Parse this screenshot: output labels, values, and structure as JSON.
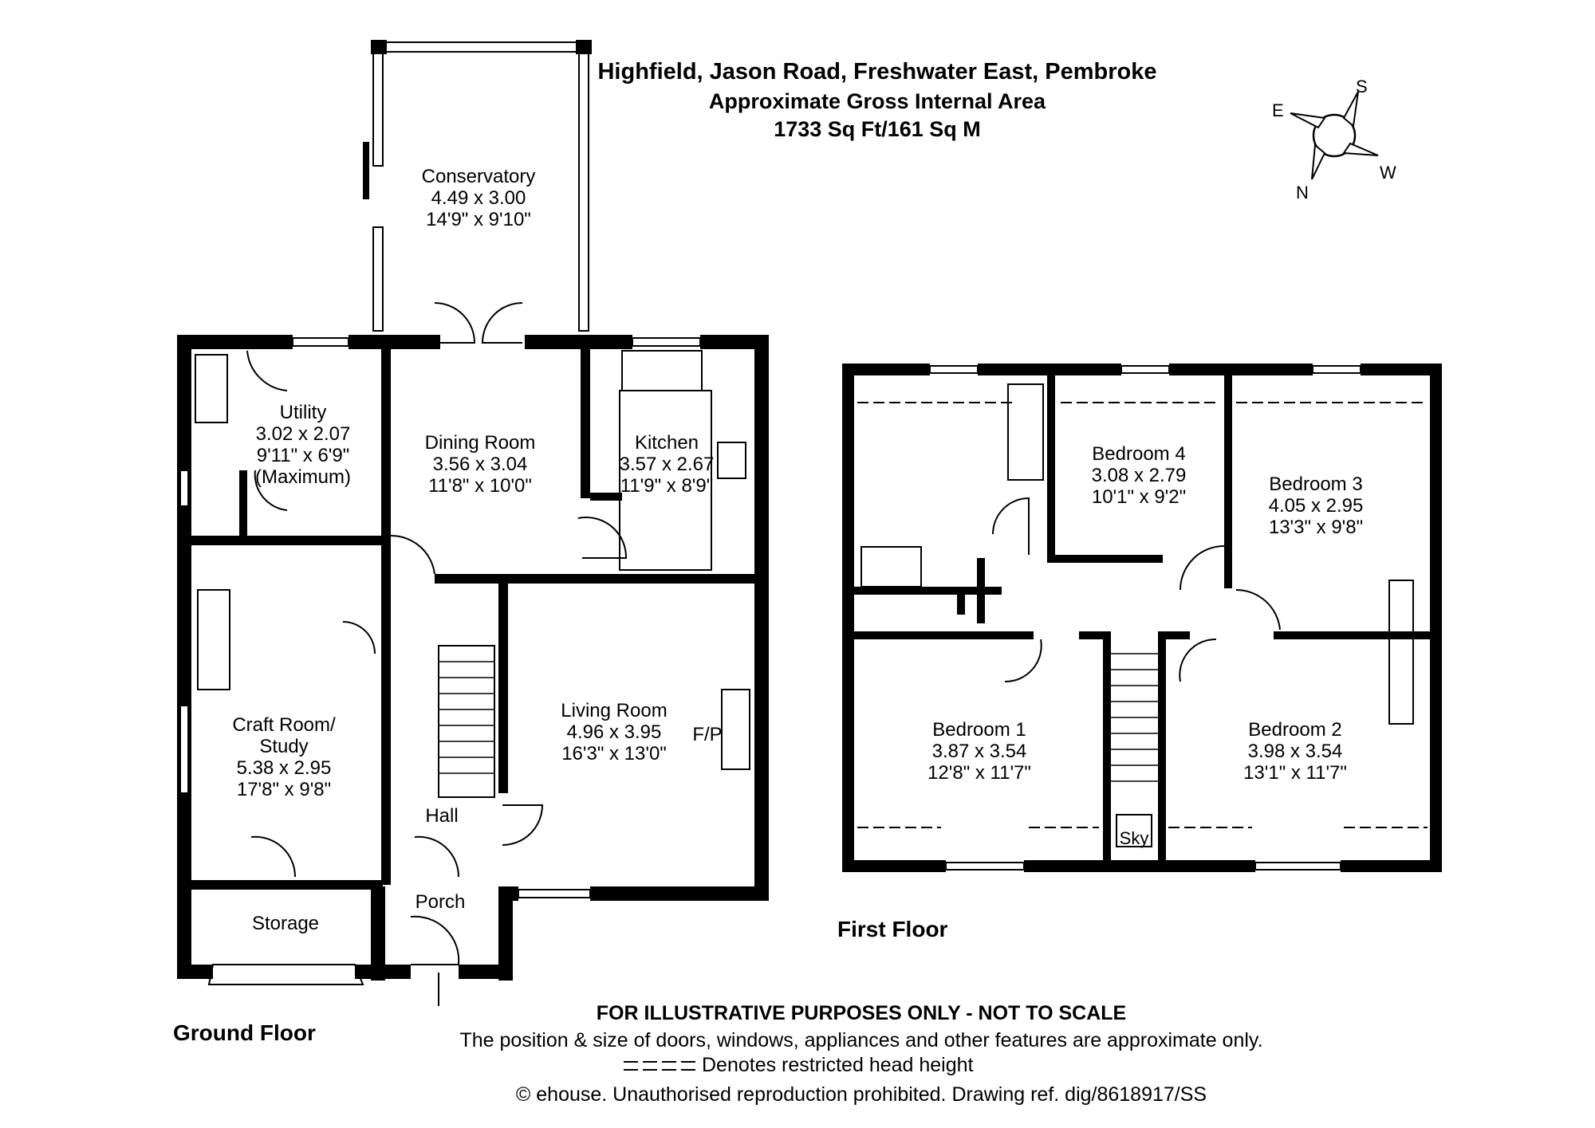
{
  "header": {
    "address": "Highfield, Jason Road, Freshwater East, Pembroke",
    "area_title": "Approximate Gross Internal Area",
    "area_value": "1733 Sq Ft/161 Sq M"
  },
  "compass": {
    "e": "E",
    "s": "S",
    "w": "W",
    "n": "N"
  },
  "ground_floor": {
    "label": "Ground Floor",
    "rooms": {
      "conservatory": [
        "Conservatory",
        "4.49 x 3.00",
        "14'9\" x 9'10\""
      ],
      "utility": [
        "Utility",
        "3.02 x 2.07",
        "9'11\" x 6'9\"",
        "(Maximum)"
      ],
      "dining": [
        "Dining Room",
        "3.56 x 3.04",
        "11'8\" x 10'0\""
      ],
      "kitchen": [
        "Kitchen",
        "3.57 x 2.67",
        "11'9\" x 8'9\""
      ],
      "craft": [
        "Craft Room/",
        "Study",
        "5.38 x 2.95",
        "17'8\" x 9'8\""
      ],
      "living": [
        "Living Room",
        "4.96 x 3.95",
        "16'3\" x 13'0\""
      ],
      "fp": "F/P",
      "hall": "Hall",
      "storage": "Storage",
      "porch": "Porch"
    }
  },
  "first_floor": {
    "label": "First Floor",
    "rooms": {
      "bed4": [
        "Bedroom 4",
        "3.08 x 2.79",
        "10'1\" x 9'2\""
      ],
      "bed3": [
        "Bedroom 3",
        "4.05 x 2.95",
        "13'3\" x 9'8\""
      ],
      "bed1": [
        "Bedroom 1",
        "3.87 x 3.54",
        "12'8\" x 11'7\""
      ],
      "bed2": [
        "Bedroom 2",
        "3.98 x 3.54",
        "13'1\" x 11'7\""
      ],
      "sky": "Sky"
    }
  },
  "footer": {
    "disclaimer": "FOR ILLUSTRATIVE PURPOSES ONLY - NOT TO SCALE",
    "line2": "The position & size of doors, windows, appliances and other features are approximate only.",
    "line3": "Denotes restricted head height",
    "line4": "© ehouse. Unauthorised reproduction prohibited. Drawing ref. dig/8618917/SS"
  }
}
